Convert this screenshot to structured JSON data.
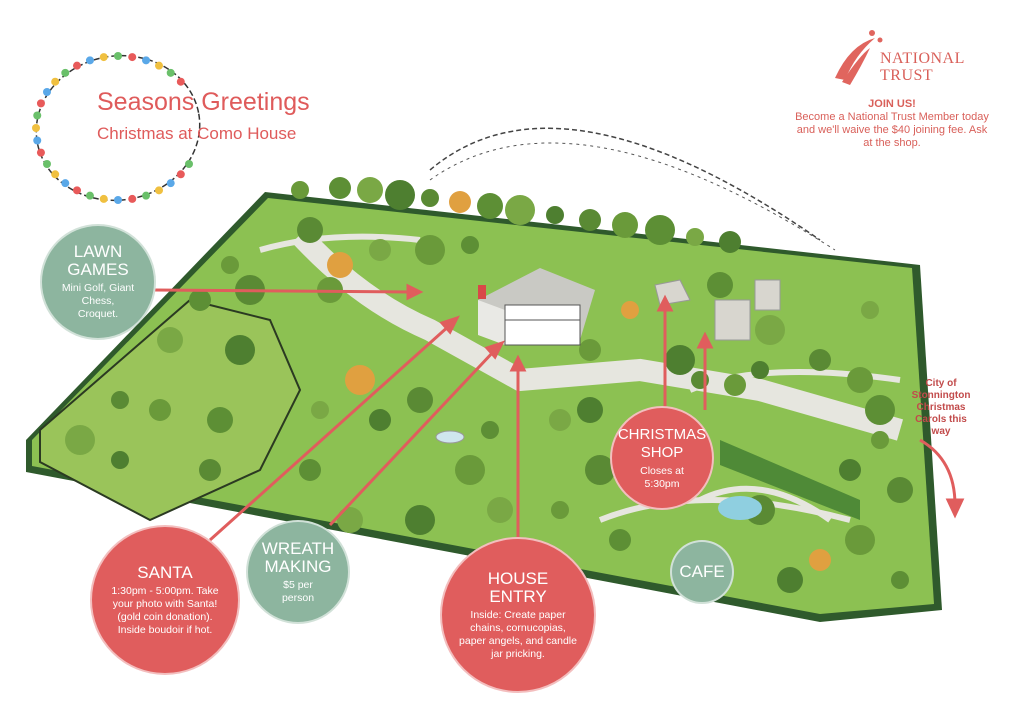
{
  "header": {
    "title": "Seasons Greetings",
    "subtitle": "Christmas at Como House"
  },
  "brand": {
    "name_line1": "NATIONAL",
    "name_line2": "TRUST"
  },
  "join": {
    "heading": "JOIN US!",
    "text": "Become a National Trust Member today and we'll waive the $40 joining fee. Ask at the shop."
  },
  "pois": {
    "lawn_games": {
      "title": "LAWN GAMES",
      "text": "Mini Golf, Giant Chess, Croquet."
    },
    "santa": {
      "title": "SANTA",
      "text": "1:30pm - 5:00pm. Take your photo with Santa! (gold coin donation). Inside boudoir if hot."
    },
    "wreath": {
      "title": "WREATH MAKING",
      "text": "$5 per person"
    },
    "house": {
      "title": "HOUSE ENTRY",
      "text": "Inside: Create paper chains, cornucopias, paper angels, and candle jar pricking."
    },
    "shop": {
      "title": "CHRISTMAS SHOP",
      "text": "Closes at 5:30pm"
    },
    "cafe": {
      "title": "CAFE"
    }
  },
  "carols": "City of Stonnington Christmas Carols this way",
  "colors": {
    "red": "#e05d5d",
    "green": "#8db59f",
    "grass": "#8cc152",
    "path": "#e6e6df"
  }
}
